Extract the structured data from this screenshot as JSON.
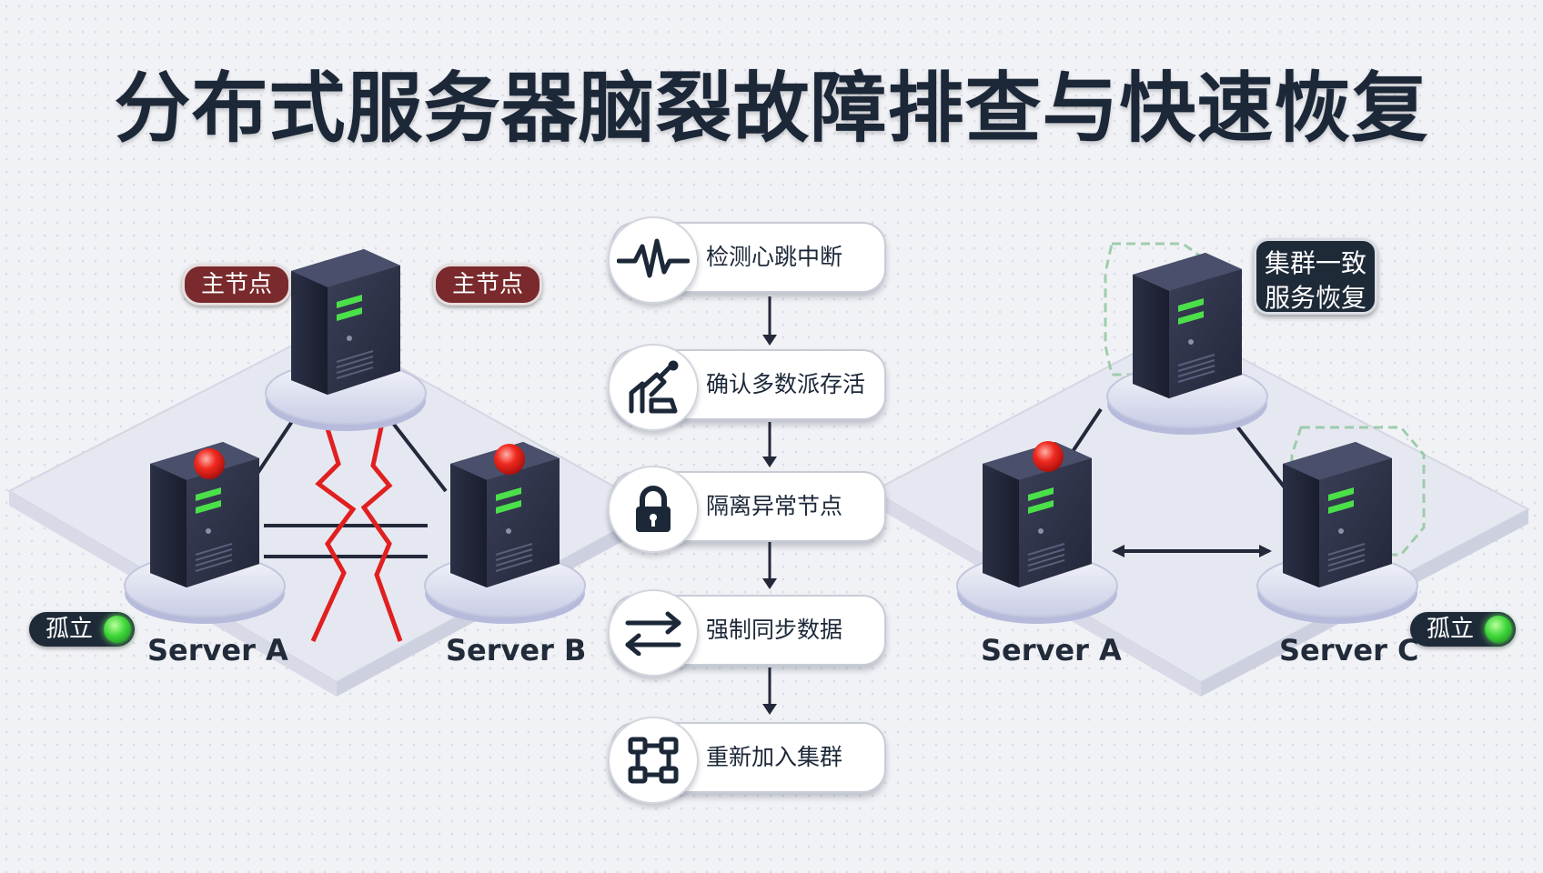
{
  "title": "分布式服务器脑裂故障排查与快速恢复",
  "left_cluster": {
    "tags": [
      "主节点",
      "主节点"
    ],
    "server_a": "Server A",
    "server_b": "Server B",
    "isolated_badge": "孤立"
  },
  "steps": [
    {
      "label": "检测心跳中断",
      "icon": "heartbeat-icon"
    },
    {
      "label": "确认多数派存活",
      "icon": "hand-vote-icon"
    },
    {
      "label": "隔离异常节点",
      "icon": "lock-icon"
    },
    {
      "label": "强制同步数据",
      "icon": "sync-arrows-icon"
    },
    {
      "label": "重新加入集群",
      "icon": "cluster-grid-icon"
    }
  ],
  "right_cluster": {
    "callout_line1": "集群一致",
    "callout_line2": "服务恢复",
    "server_a": "Server A",
    "server_c": "Server C",
    "isolated_badge": "孤立"
  },
  "colors": {
    "title": "#1c2838",
    "alert_red": "#e02020",
    "status_green": "#3fd83a",
    "server_body": "#2f3448",
    "tag_red": "#7a2a2c",
    "badge_dark": "#1f2a38"
  }
}
